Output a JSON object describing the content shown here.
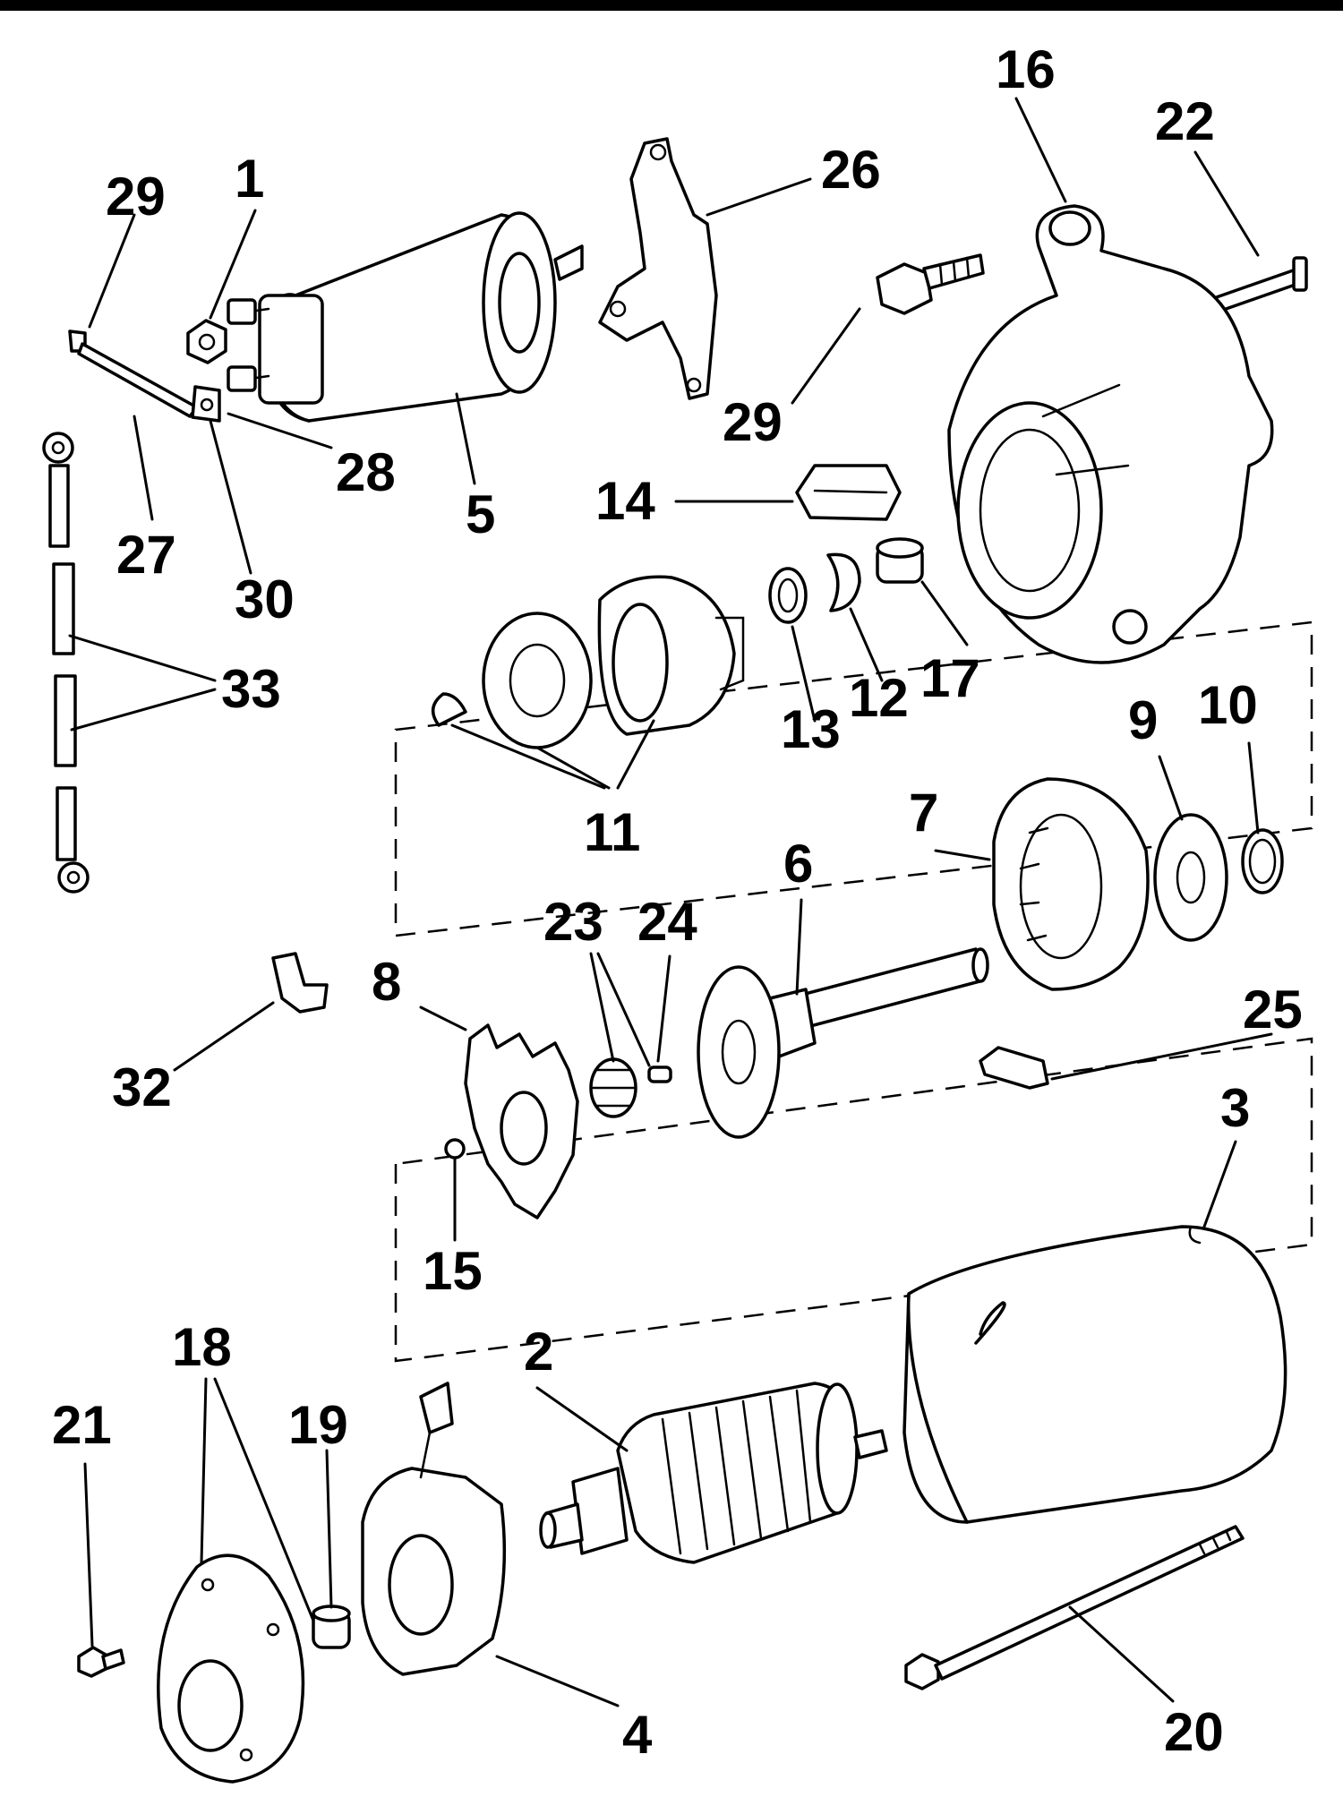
{
  "colors": {
    "ink": "#000000",
    "paper": "#ffffff"
  },
  "callouts": [
    {
      "id": "c16",
      "text": "16"
    },
    {
      "id": "c22",
      "text": "22"
    },
    {
      "id": "c29a",
      "text": "29"
    },
    {
      "id": "c1",
      "text": "1"
    },
    {
      "id": "c26",
      "text": "26"
    },
    {
      "id": "c29b",
      "text": "29"
    },
    {
      "id": "c28",
      "text": "28"
    },
    {
      "id": "c5",
      "text": "5"
    },
    {
      "id": "c14",
      "text": "14"
    },
    {
      "id": "c27",
      "text": "27"
    },
    {
      "id": "c30",
      "text": "30"
    },
    {
      "id": "c33",
      "text": "33"
    },
    {
      "id": "c13",
      "text": "13"
    },
    {
      "id": "c12",
      "text": "12"
    },
    {
      "id": "c17",
      "text": "17"
    },
    {
      "id": "c9",
      "text": "9"
    },
    {
      "id": "c10",
      "text": "10"
    },
    {
      "id": "c11",
      "text": "11"
    },
    {
      "id": "c7",
      "text": "7"
    },
    {
      "id": "c6",
      "text": "6"
    },
    {
      "id": "c23",
      "text": "23"
    },
    {
      "id": "c24",
      "text": "24"
    },
    {
      "id": "c8",
      "text": "8"
    },
    {
      "id": "c25",
      "text": "25"
    },
    {
      "id": "c32",
      "text": "32"
    },
    {
      "id": "c3",
      "text": "3"
    },
    {
      "id": "c15",
      "text": "15"
    },
    {
      "id": "c18",
      "text": "18"
    },
    {
      "id": "c2",
      "text": "2"
    },
    {
      "id": "c21",
      "text": "21"
    },
    {
      "id": "c19",
      "text": "19"
    },
    {
      "id": "c20",
      "text": "20"
    },
    {
      "id": "c4",
      "text": "4"
    }
  ]
}
